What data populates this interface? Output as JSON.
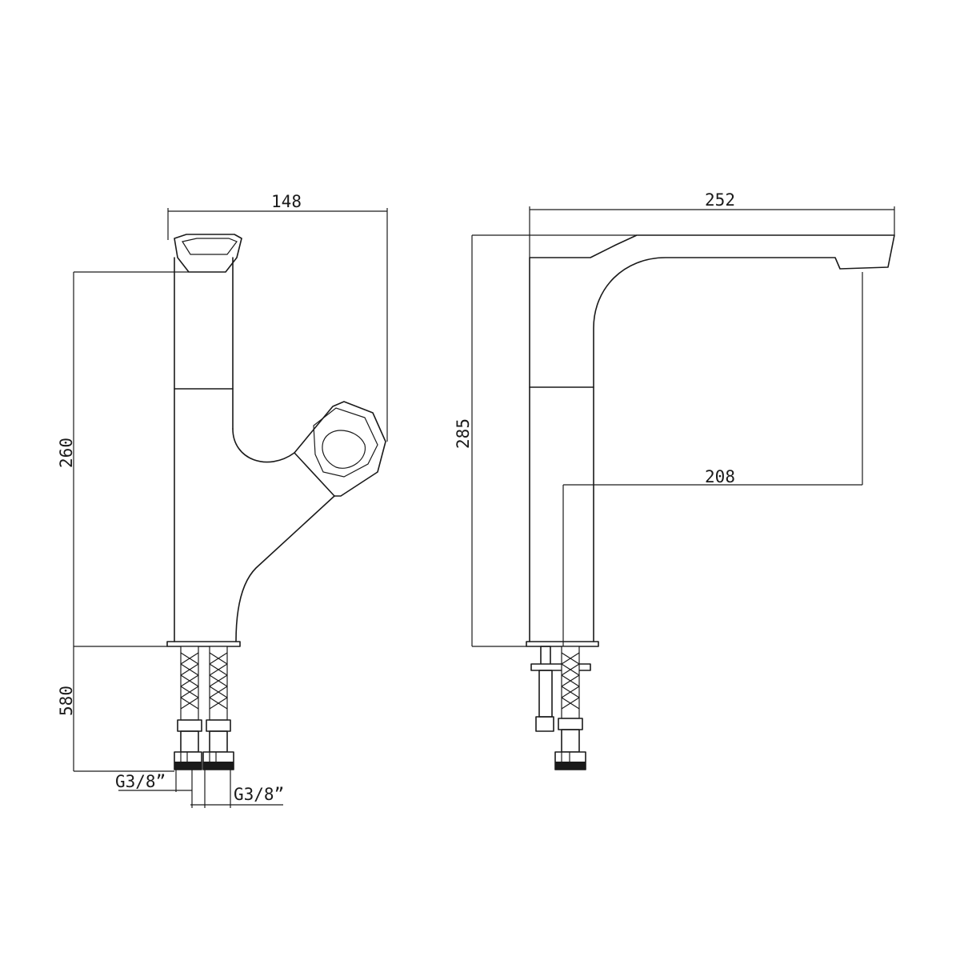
{
  "drawing": {
    "front_view": {
      "width_label": "148",
      "height_label": "260",
      "hose_length_label": "580",
      "thread_label_left": "G3/8”",
      "thread_label_right": "G3/8”"
    },
    "side_view": {
      "length_label": "252",
      "height_label": "285",
      "reach_label": "208"
    }
  }
}
